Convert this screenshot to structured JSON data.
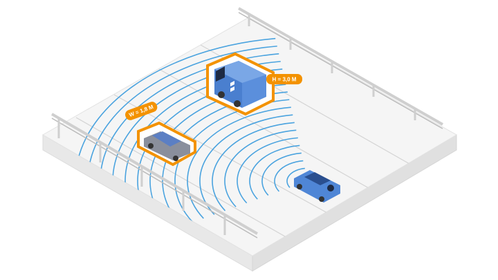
{
  "labels": {
    "width_label": "W = 1,8 M",
    "height_label": "H = 3,0 M"
  },
  "colors": {
    "radar": "#4aa3df",
    "highlight": "#f39200",
    "car_blue": "#4f86d6",
    "van_blue": "#5b8fdc",
    "car_grey": "#8a8f9c",
    "platform": "#f2f2f2"
  },
  "radar": {
    "arc_count": 18
  }
}
